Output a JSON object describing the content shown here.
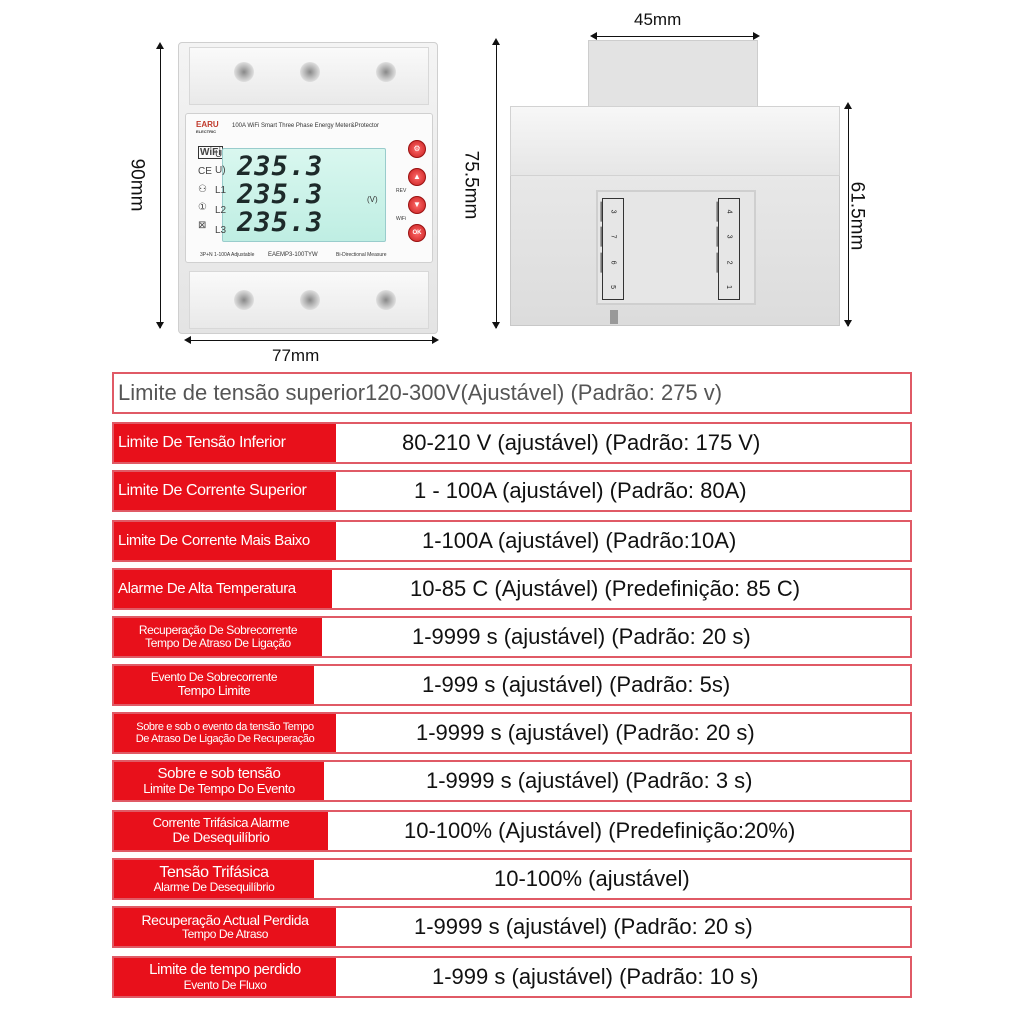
{
  "dimensions": {
    "front_width": "77mm",
    "front_height": "90mm",
    "side_width": "45mm",
    "side_height_total": "75.5mm",
    "side_height_body": "61.5mm"
  },
  "meter": {
    "brand": "EARU",
    "brand_sub": "ELECTRIC",
    "model_title": "100A WiFi Smart Three Phase Energy Meter&Protector",
    "lcd_values": [
      "235.3",
      "235.3",
      "235.3"
    ],
    "lcd_unit": "(V)",
    "row_labels": [
      "U",
      "U)",
      "L1",
      "L2",
      "L3"
    ],
    "buttons": {
      "top": "⚙",
      "up": "▲",
      "down": "▼",
      "ok": "OK",
      "rev": "REV",
      "wifi": "WiFi"
    },
    "footer_left": "3P+N 1-100A Adjustable",
    "footer_model": "EAEMP3-100TYW",
    "footer_right": "Bi-Directional Measure"
  },
  "side_terminals": {
    "left_col": [
      "3",
      "7",
      "6",
      "5"
    ],
    "right_col": [
      "4",
      "3",
      "2",
      "1"
    ]
  },
  "specs": {
    "first": "Limite de tensão superior120-300V(Ajustável) (Padrão: 275 v)",
    "rows": [
      {
        "label": [
          "Limite De Tensão Inferior"
        ],
        "value": "80-210 V (ajustável) (Padrão: 175 V)"
      },
      {
        "label": [
          "Limite De Corrente Superior"
        ],
        "value": "1 - 100A (ajustável) (Padrão: 80A)"
      },
      {
        "label": [
          "Limite De Corrente Mais Baixo"
        ],
        "value": "1-100A (ajustável) (Padrão:10A)"
      },
      {
        "label": [
          "Alarme De Alta Temperatura"
        ],
        "value": "10-85 C (Ajustável) (Predefinição: 85 C)"
      },
      {
        "label": [
          "Recuperação De Sobrecorrente",
          "Tempo De Atraso De Ligação"
        ],
        "value": "1-9999 s (ajustável) (Padrão: 20 s)"
      },
      {
        "label": [
          "Evento De Sobrecorrente",
          "Tempo Limite"
        ],
        "value": "1-999 s (ajustável) (Padrão: 5s)"
      },
      {
        "label": [
          "Sobre e sob o evento da tensão Tempo",
          "De Atraso De Ligação De Recuperação"
        ],
        "value": "1-9999 s (ajustável) (Padrão: 20 s)"
      },
      {
        "label": [
          "Sobre e sob tensão",
          "Limite De Tempo Do Evento"
        ],
        "value": "1-9999 s (ajustável) (Padrão: 3 s)"
      },
      {
        "label": [
          "Corrente Trifásica Alarme",
          "De Desequilíbrio"
        ],
        "value": "10-100% (Ajustável) (Predefinição:20%)"
      },
      {
        "label": [
          "Tensão Trifásica",
          "Alarme De Desequilíbrio"
        ],
        "value": "10-100% (ajustável)"
      },
      {
        "label": [
          "Recuperação Actual Perdida",
          "Tempo De Atraso"
        ],
        "value": "1-9999 s (ajustável) (Padrão: 20 s)"
      },
      {
        "label": [
          "Limite de tempo perdido",
          "Evento De Fluxo"
        ],
        "value": "1-999 s (ajustável) (Padrão: 10 s)"
      }
    ]
  },
  "colors": {
    "label_bg": "#e8101b",
    "row_border": "#e05a66",
    "lcd_bg": "#c8f2e8"
  }
}
